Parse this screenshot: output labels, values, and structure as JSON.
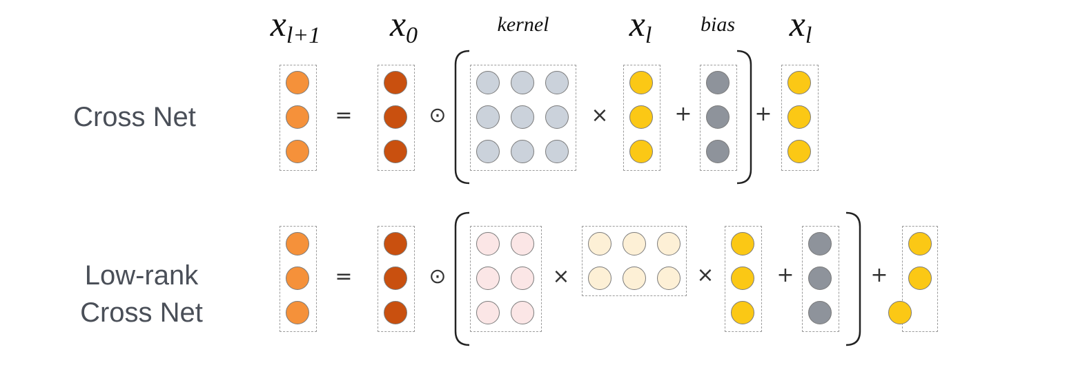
{
  "headers": {
    "x_next_base": "x",
    "x_next_sub": "l+1",
    "x0_base": "x",
    "x0_sub": "0",
    "kernel": "kernel",
    "xl1_base": "x",
    "xl1_sub": "l",
    "bias": "bias",
    "xl2_base": "x",
    "xl2_sub": "l"
  },
  "rows": {
    "cross": {
      "label": "Cross Net",
      "ops": {
        "eq": "=",
        "odot": "⊙",
        "times": "×",
        "plus_bias": "+",
        "plus_residual": "+"
      }
    },
    "lowrank": {
      "label_line1": "Low-rank",
      "label_line2": "Cross Net",
      "ops": {
        "eq": "=",
        "odot": "⊙",
        "times1": "×",
        "times2": "×",
        "plus_bias": "+",
        "plus_residual": "+"
      }
    }
  },
  "colors": {
    "output": "#F5913A",
    "x0": "#C9500F",
    "kernel": "#CBD2DB",
    "low_rank_u": "#FBE6E6",
    "low_rank_v": "#FDF0D6",
    "xl": "#FBC815",
    "bias": "#8E939B",
    "dot_border": "#7a7a7a",
    "label_text": "#4a4f58"
  }
}
